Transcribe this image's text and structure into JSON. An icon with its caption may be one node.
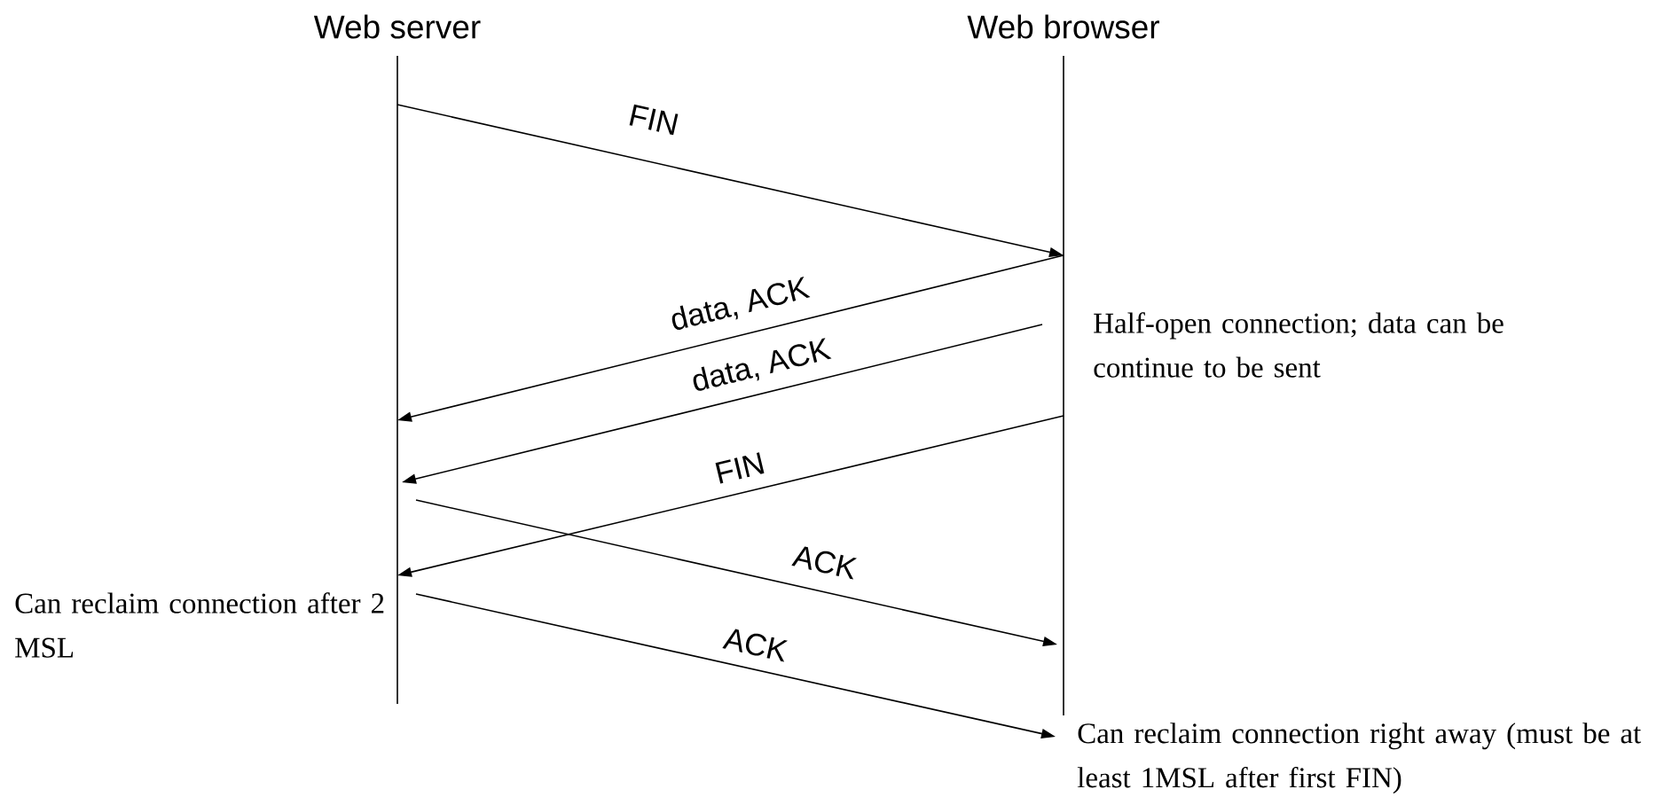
{
  "diagram": {
    "nodes": [
      {
        "text": [
          "Web server"
        ]
      },
      {
        "text": [
          "Web browser"
        ]
      }
    ],
    "edges": [
      {
        "from": 0,
        "to": 1,
        "arrow": "to",
        "label": "FIN"
      },
      {
        "from": 1,
        "to": 0,
        "arrow": "to",
        "label": "data, ACK"
      },
      {
        "from": 1,
        "to": 0,
        "arrow": "to",
        "label": "data, ACK"
      },
      {
        "from": 1,
        "to": 0,
        "arrow": "to",
        "label": "FIN"
      },
      {
        "from": 0,
        "to": 1,
        "arrow": "to",
        "label": "ACK"
      },
      {
        "from": 0,
        "to": 1,
        "arrow": "to",
        "label": "ACK"
      }
    ],
    "labels": [
      "Half-open connection; data can be continue to be sent",
      "Can reclaim connection after 2 MSL",
      "Can reclaim connection right away (must be at least 1MSL after first FIN)"
    ]
  }
}
